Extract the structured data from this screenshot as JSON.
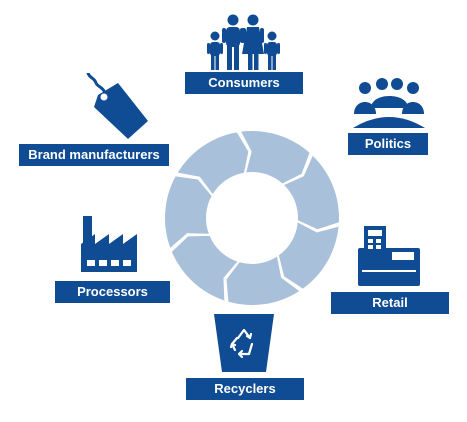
{
  "colors": {
    "primary": "#0f4c93",
    "cycle": "#a8c0d9",
    "background": "#ffffff",
    "label_text": "#ffffff"
  },
  "stakeholders": [
    {
      "key": "consumers",
      "label": "Consumers",
      "icon": "family-icon"
    },
    {
      "key": "politics",
      "label": "Politics",
      "icon": "meeting-icon"
    },
    {
      "key": "retail",
      "label": "Retail",
      "icon": "cash-register-icon"
    },
    {
      "key": "recyclers",
      "label": "Recyclers",
      "icon": "recycling-bin-icon"
    },
    {
      "key": "processors",
      "label": "Processors",
      "icon": "factory-icon"
    },
    {
      "key": "brand_manufacturers",
      "label": "Brand manufacturers",
      "icon": "price-tag-icon"
    }
  ],
  "cycle": {
    "segments": 7,
    "icon": "circular-arrows-icon"
  }
}
